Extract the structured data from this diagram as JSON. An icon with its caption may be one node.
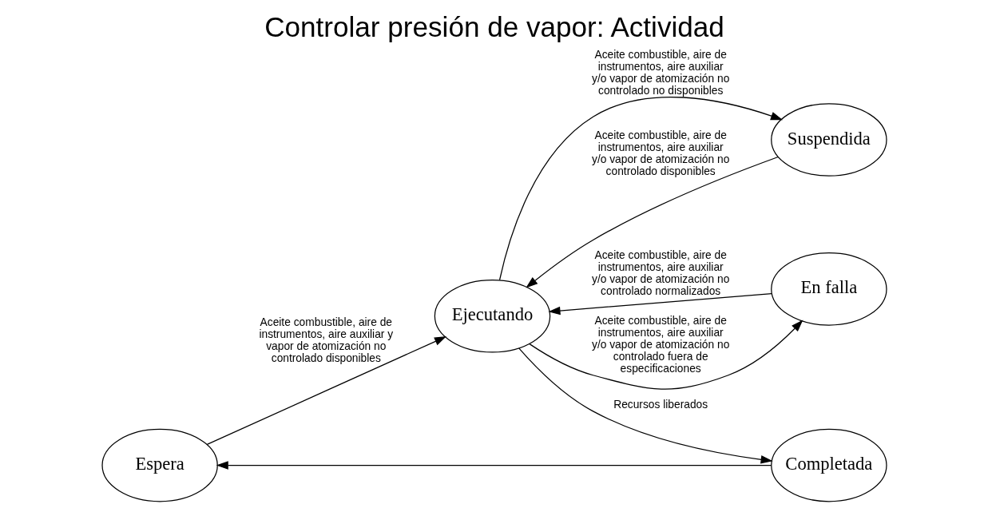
{
  "diagram": {
    "title": "Controlar presión de vapor: Actividad",
    "nodes": [
      {
        "text": [
          "Espera"
        ]
      },
      {
        "text": [
          "Ejecutando"
        ]
      },
      {
        "text": [
          "Suspendida"
        ]
      },
      {
        "text": [
          "Completada"
        ]
      },
      {
        "text": [
          "En falla"
        ]
      }
    ],
    "edges": [
      {
        "from": 0,
        "to": 1,
        "arrow": "to",
        "label": "Aceite combustible, aire de instrumentos, aire auxiliar y vapor de atomización no controlado disponibles"
      },
      {
        "from": 1,
        "to": 2,
        "arrow": "to",
        "label": "Aceite combustible, aire de instrumentos, aire auxiliar y/o vapor de atomización no controlado no disponibles"
      },
      {
        "from": 2,
        "to": 1,
        "arrow": "to",
        "label": "Aceite combustible, aire de instrumentos, aire auxiliar y/o vapor de atomización no controlado disponibles"
      },
      {
        "from": 1,
        "to": 3,
        "arrow": "to",
        "label": "Recursos liberados"
      },
      {
        "from": 3,
        "to": 0,
        "arrow": "to"
      },
      {
        "from": 1,
        "to": 4,
        "arrow": "to",
        "label": "Aceite combustible, aire de instrumentos, aire auxiliar y/o vapor de atomización no controlado fuera de especificaciones"
      },
      {
        "from": 4,
        "to": 1,
        "arrow": "to",
        "label": "Aceite combustible, aire de instrumentos, aire auxiliar y/o vapor de atomización no controlado normalizados"
      }
    ]
  }
}
